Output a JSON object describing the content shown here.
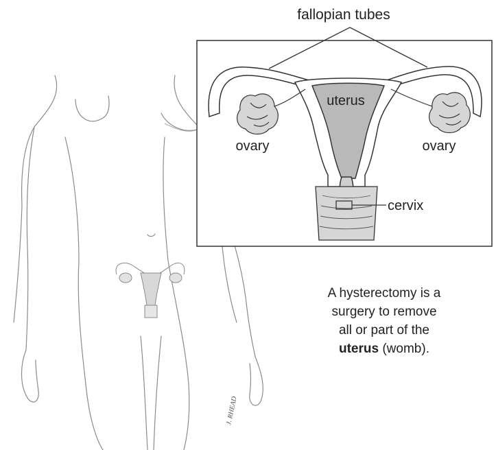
{
  "labels": {
    "fallopian_tubes": "fallopian tubes",
    "uterus": "uterus",
    "ovary_left": "ovary",
    "ovary_right": "ovary",
    "cervix": "cervix"
  },
  "caption": {
    "line1": "A hysterectomy is a",
    "line2": "surgery to remove",
    "line3": "all or part of the",
    "bold_word": "uterus",
    "line4_rest": " (womb)."
  },
  "signature": "J. RHEAD",
  "colors": {
    "line": "#333333",
    "body_line": "#8a8a8a",
    "uterus_fill": "#b9b9b9",
    "ovary_fill": "#cfcfcf",
    "cervix_fill": "#d6d6d6"
  }
}
